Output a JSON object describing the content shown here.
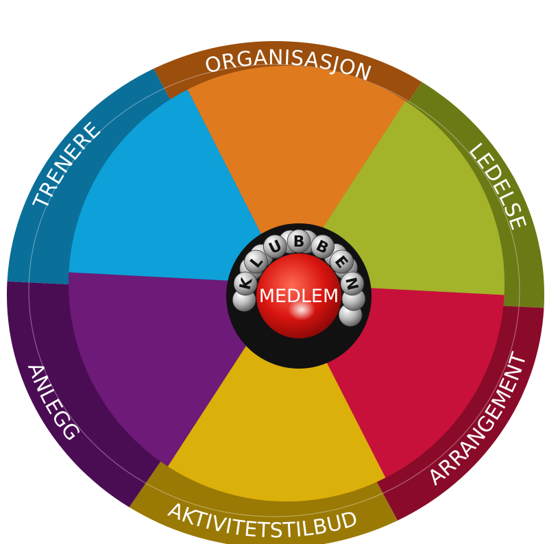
{
  "center": {
    "label": "MEDLEM",
    "ring_word": "KLUBBEN"
  },
  "segments": [
    {
      "label": "ORGANISASJON",
      "face": "#e07a1f",
      "rim": "#9c4e0d"
    },
    {
      "label": "LEDELSE",
      "face": "#a3b32a",
      "rim": "#6b7a14"
    },
    {
      "label": "ARRANGEMENT",
      "face": "#c8113a",
      "rim": "#8a0b29"
    },
    {
      "label": "AKTIVITETSTILBUD",
      "face": "#dcb00a",
      "rim": "#9a7a05"
    },
    {
      "label": "ANLEGG",
      "face": "#6e1a78",
      "rim": "#4a0d53"
    },
    {
      "label": "TRENERE",
      "face": "#0ea0d8",
      "rim": "#0a6f99"
    }
  ]
}
